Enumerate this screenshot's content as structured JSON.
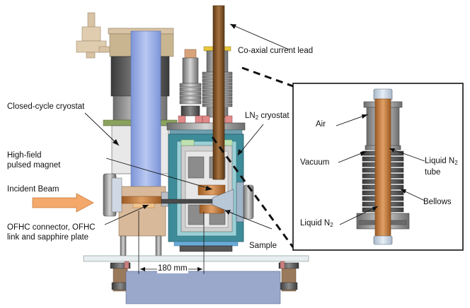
{
  "labels": {
    "coaxial_lead": "Co-axial current lead",
    "closed_cycle": "Closed-cycle cryostat",
    "ln2_cryostat_main": "LN",
    "ln2_cryostat_sub": "2",
    "ln2_cryostat_tail": " cryostat",
    "magnet_line1": "High-field",
    "magnet_line2": "pulsed magnet",
    "incident_beam": "Incident Beam",
    "ofhc_line1": "OFHC connector, OFHC",
    "ofhc_line2": "link and sapphire plate",
    "sample": "Sample",
    "distance": "180 mm"
  },
  "inset": {
    "air": "Air",
    "vacuum": "Vacuum",
    "tube_line1_main": "Liquid N",
    "tube_line1_sub": "2",
    "tube_line2": "tube",
    "bellows": "Bellows",
    "liquid_main": "Liquid N",
    "liquid_sub": "2"
  },
  "colors": {
    "magnet_blue": "#8fa7e6",
    "cryostat_teal": "#3e8c99",
    "copper": "#c97a3c",
    "lead_brown": "#8b5a2b",
    "beam_orange": "#f4a86a"
  }
}
